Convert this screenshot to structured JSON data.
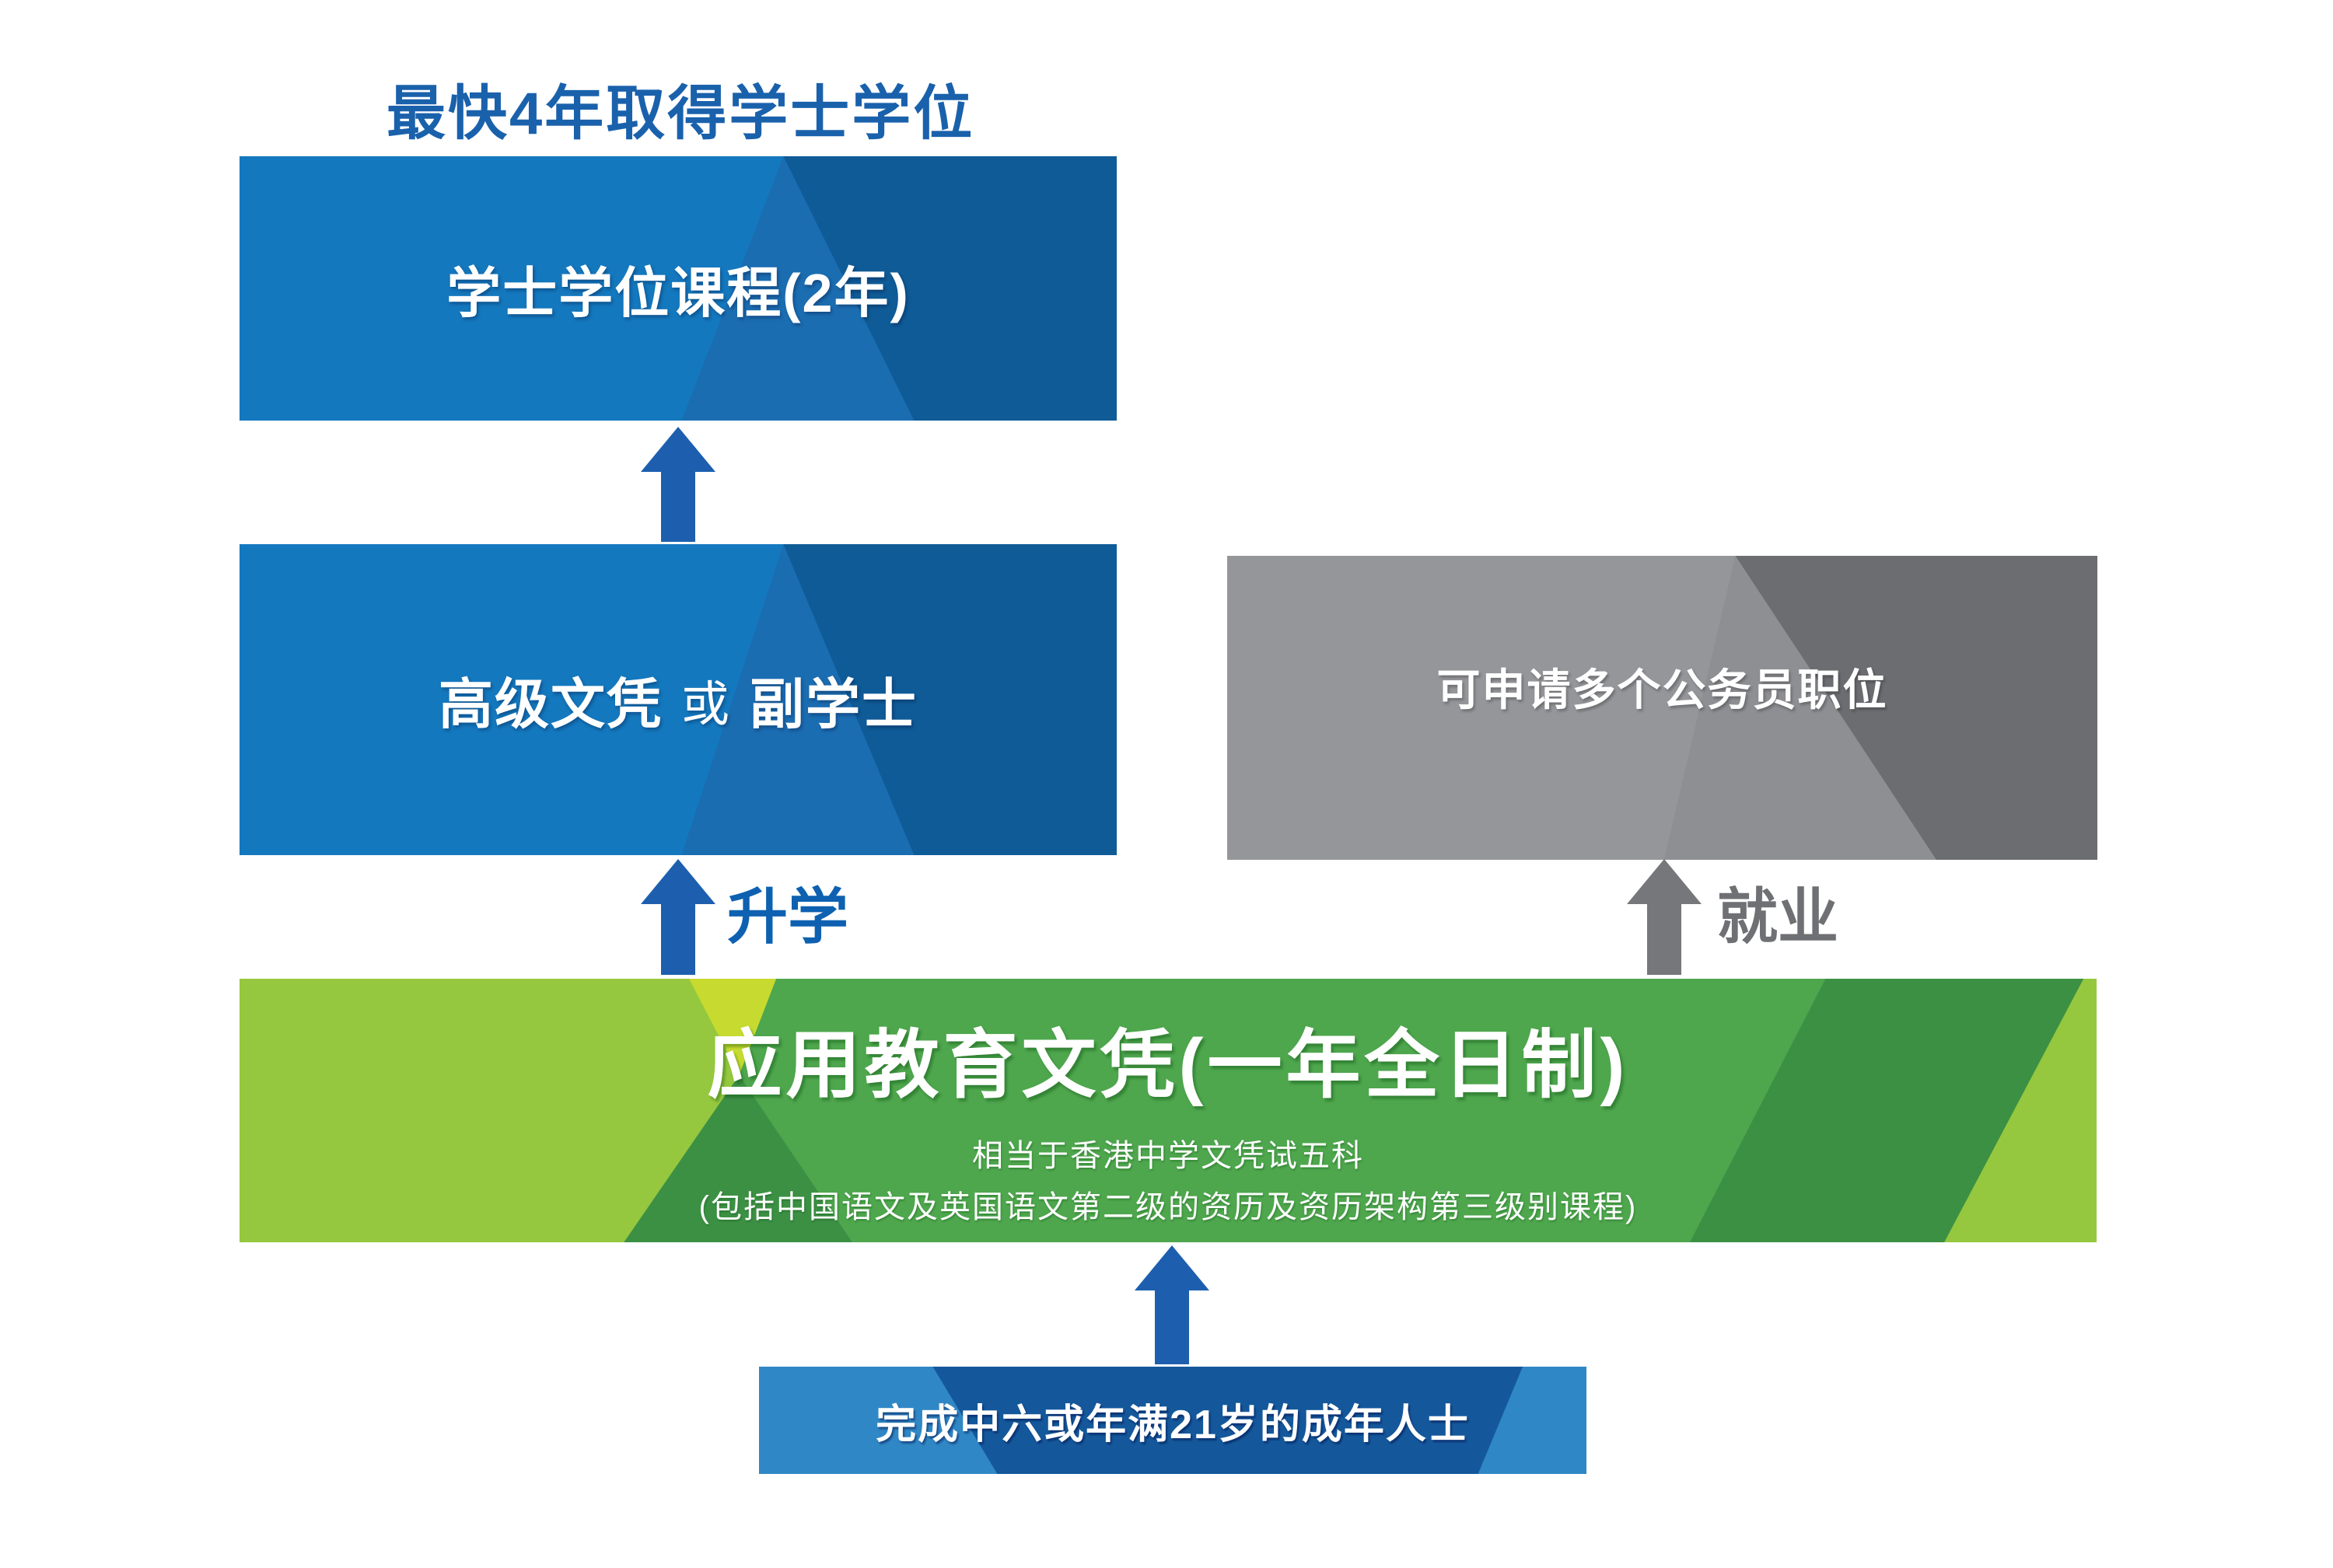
{
  "palette": {
    "blue_base": "#1478BE",
    "blue_mid": "#1B6DB2",
    "blue_dark": "#0F5B97",
    "blue_text": "#1A61AC",
    "arrow_blue": "#1D5FAE",
    "label_blue": "#0E61B0",
    "gray_base": "#95969A",
    "gray_mid": "#8E8F93",
    "gray_dark": "#6C6D71",
    "gray_arrow": "#76777B",
    "gray_text": "#6F7074",
    "green_base": "#4EA64D",
    "green_light": "#95C83E",
    "green_char": "#C6DA30",
    "green_dark": "#3C9044",
    "bottom_base": "#3087C5",
    "bottom_dark": "#14589B",
    "box_text": "#FFFFFF"
  },
  "heading": {
    "text": "最快4年取得学士学位"
  },
  "flow": {
    "bachelor_box": {
      "label": "学士学位课程(2年)"
    },
    "diploma_box": {
      "label_left": "高级文凭",
      "label_mid": "或",
      "label_right": "副学士"
    },
    "civil_box": {
      "label": "可申请多个公务员职位"
    },
    "green_box": {
      "title": "应用教育文凭(一年全日制)",
      "subtitle1": "相当于香港中学文凭试五科",
      "subtitle2": "(包括中国语文及英国语文第二级的资历及资历架构第三级别课程)"
    },
    "entry_box": {
      "label": "完成中六或年满21岁的成年人士"
    },
    "labels": {
      "study": "升学",
      "work": "就业"
    }
  }
}
